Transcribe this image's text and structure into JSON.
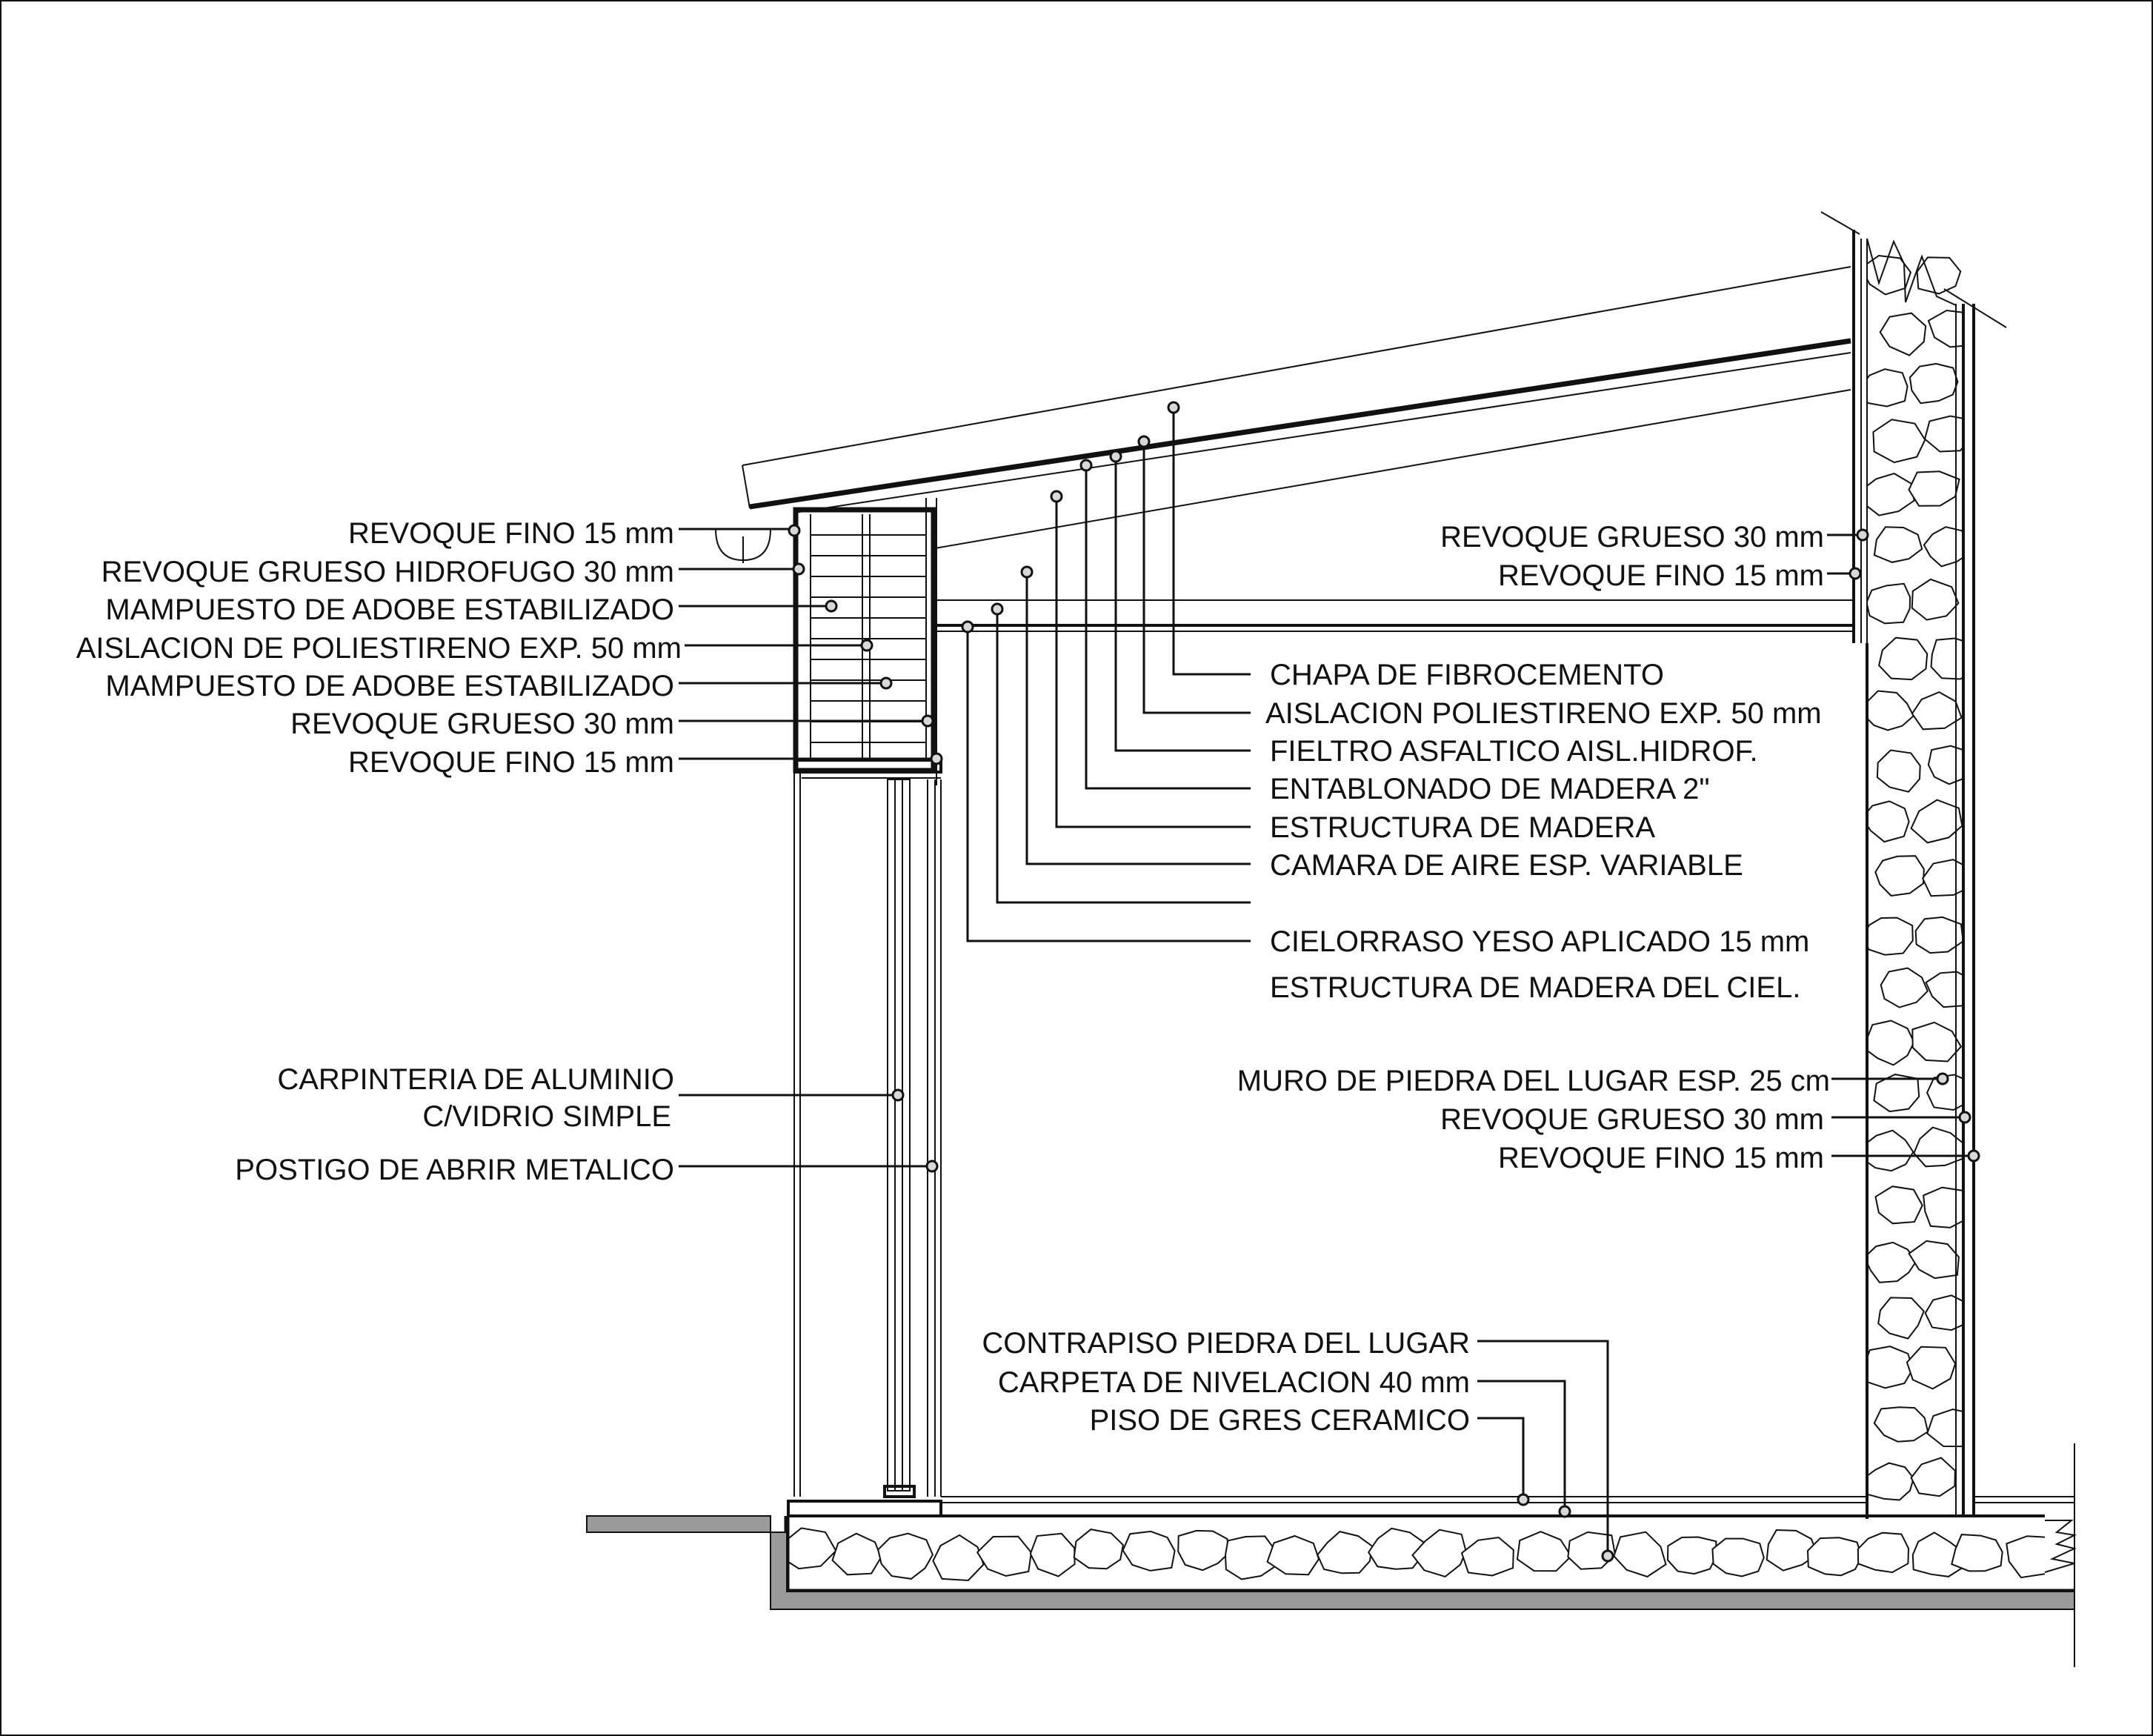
{
  "labels": {
    "left": [
      {
        "id": "l1",
        "text": "REVOQUE FINO 15 mm"
      },
      {
        "id": "l2",
        "text": "REVOQUE GRUESO HIDROFUGO 30 mm"
      },
      {
        "id": "l3",
        "text": "MAMPUESTO DE ADOBE ESTABILIZADO"
      },
      {
        "id": "l4",
        "text": "AISLACION DE POLIESTIRENO EXP. 50 mm"
      },
      {
        "id": "l5",
        "text": "MAMPUESTO DE ADOBE ESTABILIZADO"
      },
      {
        "id": "l6",
        "text": "REVOQUE GRUESO 30 mm"
      },
      {
        "id": "l7",
        "text": "REVOQUE FINO 15 mm"
      }
    ],
    "window": [
      {
        "id": "w1",
        "text": "CARPINTERIA DE ALUMINIO"
      },
      {
        "id": "w2",
        "text": "C/VIDRIO SIMPLE"
      },
      {
        "id": "w3",
        "text": "POSTIGO DE ABRIR METALICO"
      }
    ],
    "roof": [
      {
        "id": "r1",
        "text": "CHAPA DE FIBROCEMENTO"
      },
      {
        "id": "r2",
        "text": "AISLACION POLIESTIRENO EXP. 50 mm"
      },
      {
        "id": "r3",
        "text": "FIELTRO ASFALTICO AISL.HIDROF."
      },
      {
        "id": "r4",
        "text": "ENTABLONADO DE MADERA 2\""
      },
      {
        "id": "r5",
        "text": "ESTRUCTURA DE MADERA"
      },
      {
        "id": "r6",
        "text": "CAMARA DE AIRE ESP. VARIABLE"
      },
      {
        "id": "r7",
        "text": "CIELORRASO YESO APLICADO 15 mm"
      },
      {
        "id": "r8",
        "text": "ESTRUCTURA DE MADERA DEL CIEL."
      }
    ],
    "right_top": [
      {
        "id": "t1",
        "text": "REVOQUE GRUESO 30 mm"
      },
      {
        "id": "t2",
        "text": "REVOQUE FINO 15 mm"
      }
    ],
    "right_bottom": [
      {
        "id": "b1",
        "text": "MURO DE PIEDRA DEL LUGAR ESP. 25 cm"
      },
      {
        "id": "b2",
        "text": "REVOQUE GRUESO 30 mm"
      },
      {
        "id": "b3",
        "text": "REVOQUE FINO 15 mm"
      }
    ],
    "floor": [
      {
        "id": "f1",
        "text": "CONTRAPISO PIEDRA DEL LUGAR"
      },
      {
        "id": "f2",
        "text": "CARPETA DE NIVELACION 40 mm"
      },
      {
        "id": "f3",
        "text": "PISO DE GRES CERAMICO"
      }
    ]
  }
}
